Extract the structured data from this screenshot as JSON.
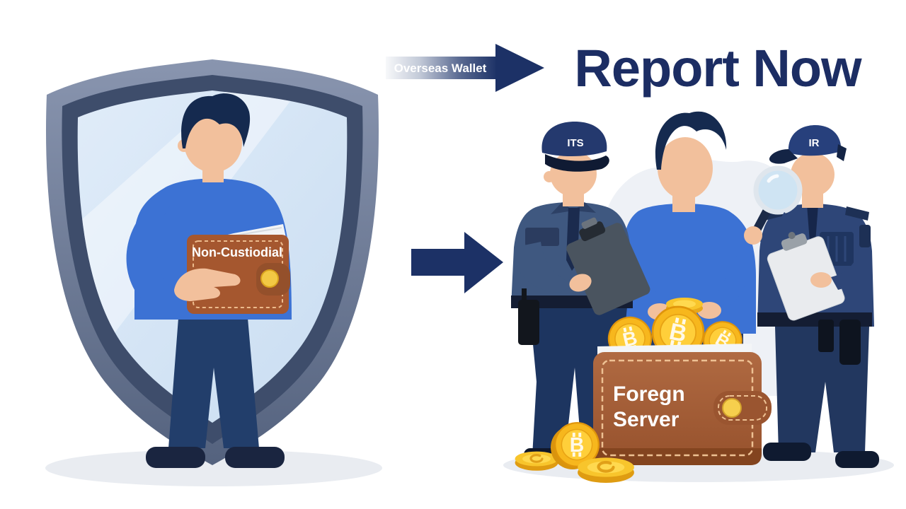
{
  "headline": {
    "text": "Report Now"
  },
  "banner": {
    "label": "Overseas Wallet"
  },
  "shield_scene": {
    "wallet_label": "Non-Custiodial"
  },
  "investigation_scene": {
    "officer_left_cap_label": "ITS",
    "officer_right_cap_label": "IR",
    "wallet_label_line1": "Foregn",
    "wallet_label_line2": "Server",
    "coin_symbol": "B"
  },
  "palette": {
    "headline_navy": "#1c2d63",
    "arrow_navy": "#1c3166",
    "sweater_blue": "#3c72d4",
    "uniform_slate": "#3f5880",
    "uniform_navy": "#2e4678",
    "skin": "#f2c09c",
    "hair_navy": "#152a4f",
    "wallet_brown": "#a5572f",
    "coin_gold": "#f7b71d",
    "shield_fill_blue": "#d8e7f6",
    "shield_border_slate": "#6e7d99",
    "shadow_gray": "#e9ecf1",
    "blob_gray": "#eef1f6"
  }
}
